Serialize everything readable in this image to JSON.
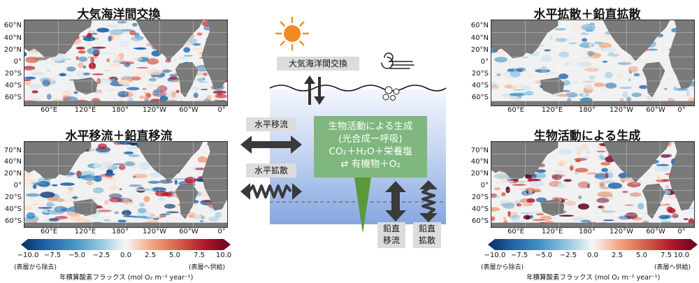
{
  "panels": {
    "air_sea": {
      "title": "大気海洋間交換"
    },
    "advection": {
      "title": "水平移流＋鉛直移流"
    },
    "diffusion": {
      "title": "水平拡散＋鉛直拡散"
    },
    "biology": {
      "title": "生物活動による生成"
    }
  },
  "map_axes": {
    "lat_ticks": [
      "60°N",
      "40°N",
      "20°N",
      "0°",
      "20°S",
      "40°S",
      "60°S"
    ],
    "lon_ticks": [
      "60°E",
      "120°E",
      "180°",
      "120°W",
      "60°W",
      "0°"
    ],
    "lat_ticks_bio": [
      "70°N",
      "40°N",
      "20°N",
      "0°",
      "20°S",
      "40°S",
      "60°S"
    ]
  },
  "colorbar": {
    "ticks": [
      "−10.0",
      "−7.5",
      "−5.0",
      "−2.5",
      "0.0",
      "2.5",
      "5.0",
      "7.5",
      "10.0"
    ],
    "low_note": "(表層から除去)",
    "high_note": "(表層へ供給)",
    "unit_text": "年積算酸素フラックス (mol O₂ m⁻² year⁻¹)",
    "colors": [
      "#053061",
      "#2166ac",
      "#4393c3",
      "#92c5de",
      "#f7f7f7",
      "#f4a582",
      "#d6604d",
      "#b2182b",
      "#67001f"
    ]
  },
  "diagram": {
    "air_sea_label": "大気海洋間交換",
    "h_adv_label": "水平移流",
    "h_diff_label": "水平拡散",
    "v_adv_label": [
      "鉛直",
      "移流"
    ],
    "v_diff_label": [
      "鉛直",
      "拡散"
    ],
    "bio_lines": [
      "生物活動による生成",
      "(光合成ー呼吸)",
      "CO₂＋H₂O＋栄養塩",
      "⇄ 有機物＋O₂"
    ],
    "colors": {
      "sun": "#f08a24",
      "green": "#7fb77e",
      "arrow": "#3a3a3a",
      "ocean_top": "#f2f6fd",
      "ocean_bottom": "#7fa3df"
    }
  }
}
